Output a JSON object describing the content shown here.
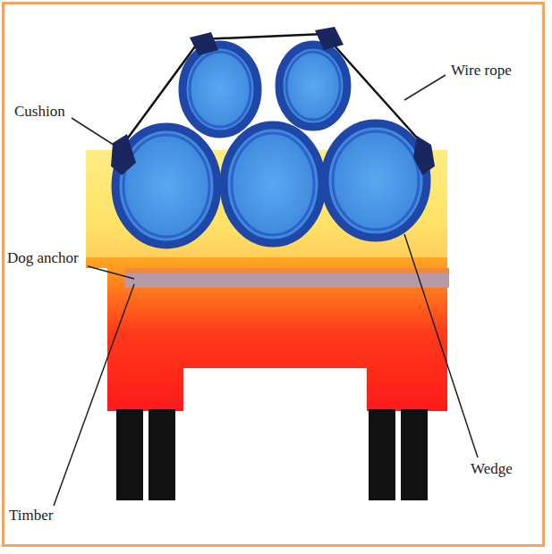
{
  "diagram": {
    "labels": [
      "Wire rope",
      "Cushion",
      "Dog anchor",
      "Wedge",
      "Timber"
    ]
  }
}
